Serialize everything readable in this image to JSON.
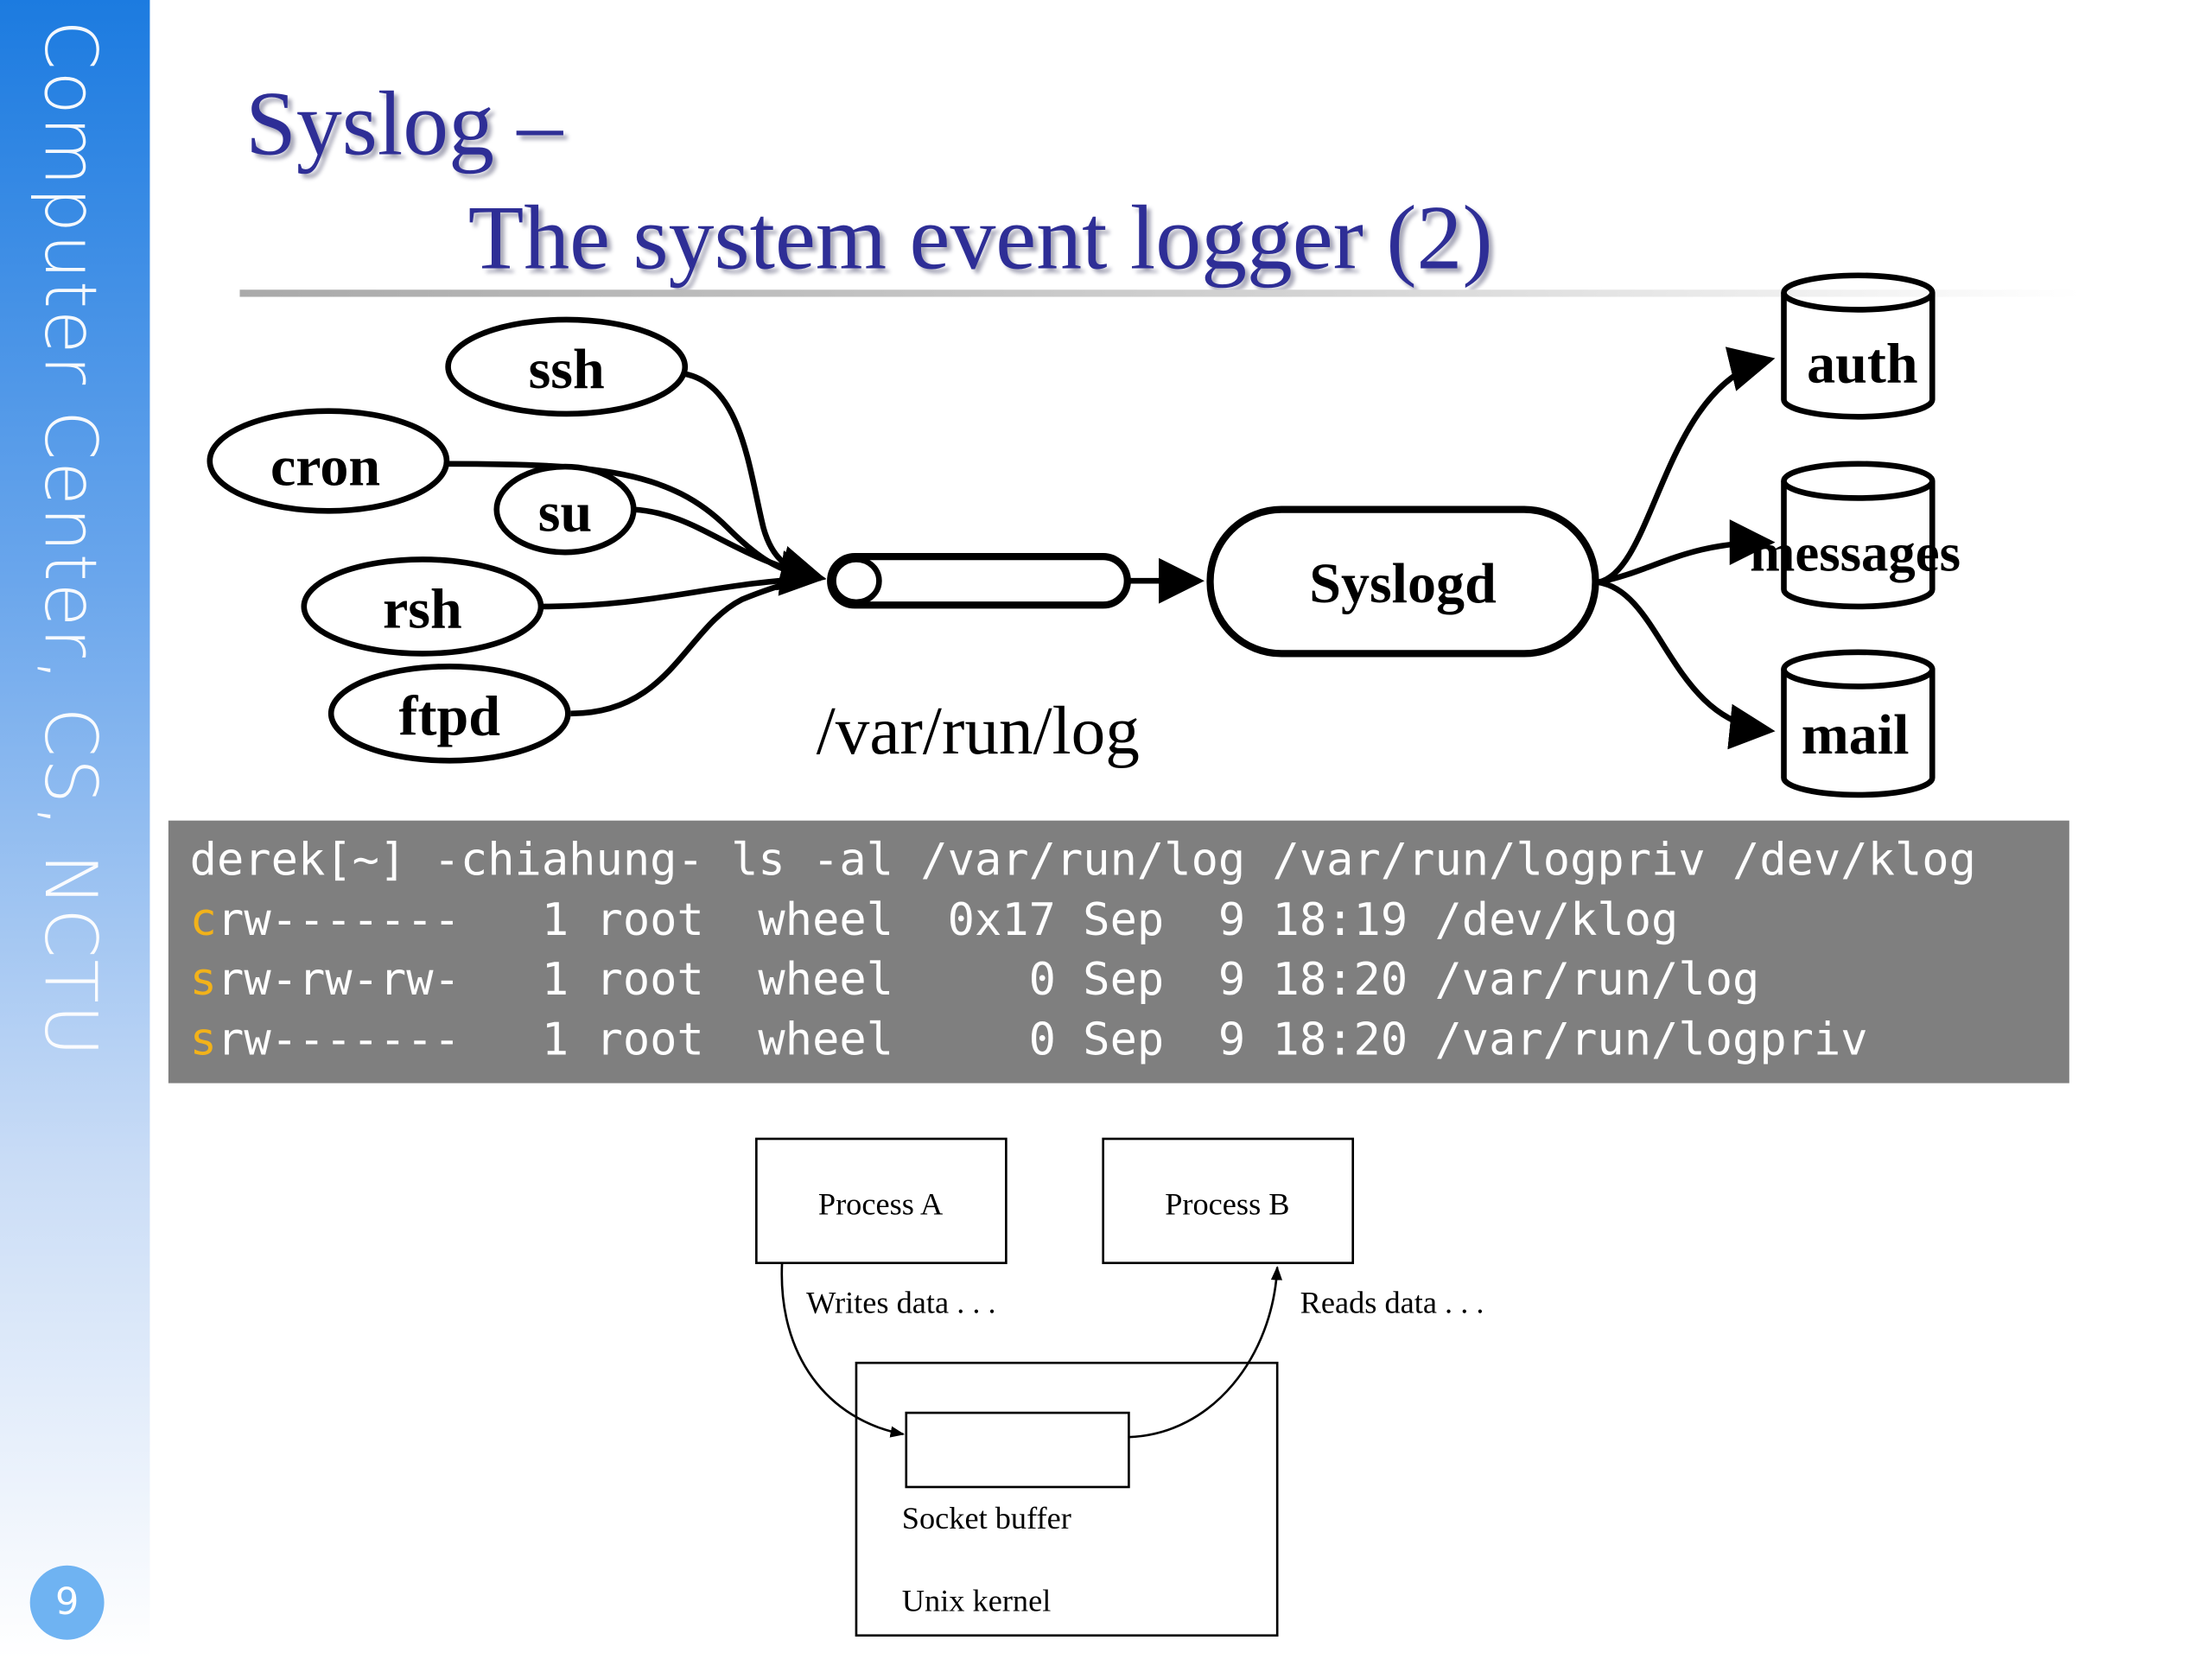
{
  "sidebar": {
    "text": "Computer Center, CS, NCTU",
    "page_number": "9",
    "gradient_top": "#1c7be0"
  },
  "title": {
    "line1": "Syslog –",
    "line2": "The system event logger (2)",
    "color": "#2e2e96"
  },
  "diagram": {
    "sources": [
      "ssh",
      "cron",
      "su",
      "rsh",
      "ftpd"
    ],
    "daemon": "Syslogd",
    "socket_label": "/var/run/log",
    "outputs": [
      "auth",
      "messages",
      "mail"
    ]
  },
  "terminal": {
    "command": "derek[~] -chiahung- ls -al /var/run/log /var/run/logpriv /dev/klog",
    "lines": [
      {
        "type": "c",
        "rest": "rw-------   1 root  wheel  0x17 Sep  9 18:19 /dev/klog"
      },
      {
        "type": "s",
        "rest": "rw-rw-rw-   1 root  wheel     0 Sep  9 18:20 /var/run/log"
      },
      {
        "type": "s",
        "rest": "rw-------   1 root  wheel     0 Sep  9 18:20 /var/run/logpriv"
      }
    ],
    "background": "#7f7f7f",
    "type_color": "#f2b21a"
  },
  "socket_diagram": {
    "process_a": "Process A",
    "process_b": "Process B",
    "writes": "Writes data . . .",
    "reads": "Reads data . . .",
    "buffer": "Socket buffer",
    "kernel": "Unix kernel"
  }
}
